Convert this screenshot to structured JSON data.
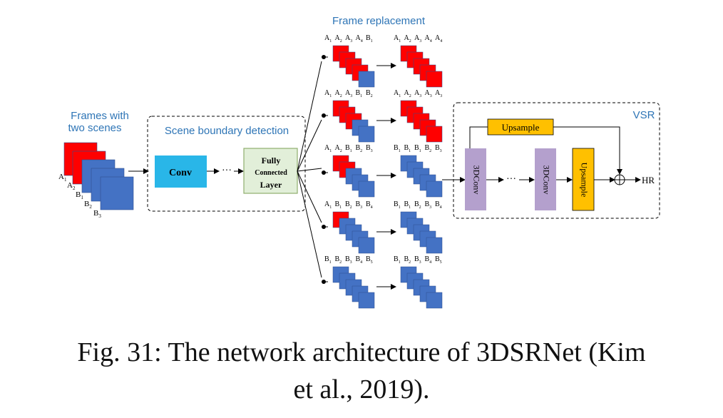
{
  "colors": {
    "red_frame": "#ff0000",
    "blue_frame": "#4472c4",
    "conv": "#29b6e8",
    "fc": "#e2efd9",
    "fc_border": "#8fae6e",
    "conv3d": "#b4a0cd",
    "upsample": "#ffc000",
    "title_blue": "#2e75b6"
  },
  "input": {
    "title_line1": "Frames with",
    "title_line2": "two scenes",
    "frame_labels": [
      {
        "base": "A",
        "sub": "1"
      },
      {
        "base": "A",
        "sub": "2"
      },
      {
        "base": "B",
        "sub": "1"
      },
      {
        "base": "B",
        "sub": "2"
      },
      {
        "base": "B",
        "sub": "3"
      }
    ]
  },
  "scene_detection": {
    "title": "Scene boundary detection",
    "conv": "Conv",
    "ellipsis": "···",
    "fc_line1": "Fully",
    "fc_line2": "Connected",
    "fc_line3": "Layer"
  },
  "frame_replacement": {
    "title": "Frame replacement",
    "rows": [
      {
        "before": [
          [
            "A",
            "1"
          ],
          [
            "A",
            "2"
          ],
          [
            "A",
            "3"
          ],
          [
            "A",
            "4"
          ],
          [
            "B",
            "1"
          ]
        ],
        "after": [
          [
            "A",
            "1"
          ],
          [
            "A",
            "2"
          ],
          [
            "A",
            "3"
          ],
          [
            "A",
            "4"
          ],
          [
            "A",
            "4"
          ]
        ]
      },
      {
        "before": [
          [
            "A",
            "1"
          ],
          [
            "A",
            "2"
          ],
          [
            "A",
            "3"
          ],
          [
            "B",
            "1"
          ],
          [
            "B",
            "2"
          ]
        ],
        "after": [
          [
            "A",
            "1"
          ],
          [
            "A",
            "2"
          ],
          [
            "A",
            "3"
          ],
          [
            "A",
            "3"
          ],
          [
            "A",
            "3"
          ]
        ]
      },
      {
        "before": [
          [
            "A",
            "1"
          ],
          [
            "A",
            "2"
          ],
          [
            "B",
            "1"
          ],
          [
            "B",
            "2"
          ],
          [
            "B",
            "3"
          ]
        ],
        "after": [
          [
            "B",
            "1"
          ],
          [
            "B",
            "1"
          ],
          [
            "B",
            "1"
          ],
          [
            "B",
            "2"
          ],
          [
            "B",
            "3"
          ]
        ]
      },
      {
        "before": [
          [
            "A",
            "1"
          ],
          [
            "B",
            "1"
          ],
          [
            "B",
            "2"
          ],
          [
            "B",
            "3"
          ],
          [
            "B",
            "4"
          ]
        ],
        "after": [
          [
            "B",
            "1"
          ],
          [
            "B",
            "1"
          ],
          [
            "B",
            "2"
          ],
          [
            "B",
            "3"
          ],
          [
            "B",
            "4"
          ]
        ]
      },
      {
        "before": [
          [
            "B",
            "1"
          ],
          [
            "B",
            "2"
          ],
          [
            "B",
            "3"
          ],
          [
            "B",
            "4"
          ],
          [
            "B",
            "5"
          ]
        ],
        "after": [
          [
            "B",
            "1"
          ],
          [
            "B",
            "2"
          ],
          [
            "B",
            "3"
          ],
          [
            "B",
            "4"
          ],
          [
            "B",
            "5"
          ]
        ]
      }
    ]
  },
  "vsr": {
    "title": "VSR",
    "upsample_top": "Upsample",
    "conv3d_1": "3DConv",
    "ellipsis": "···",
    "conv3d_2": "3DConv",
    "upsample_vertical": "Upsample",
    "output": "HR"
  },
  "caption": {
    "line1": "Fig. 31: The network architecture of 3DSRNet (Kim",
    "line2": "et al., 2019)."
  }
}
